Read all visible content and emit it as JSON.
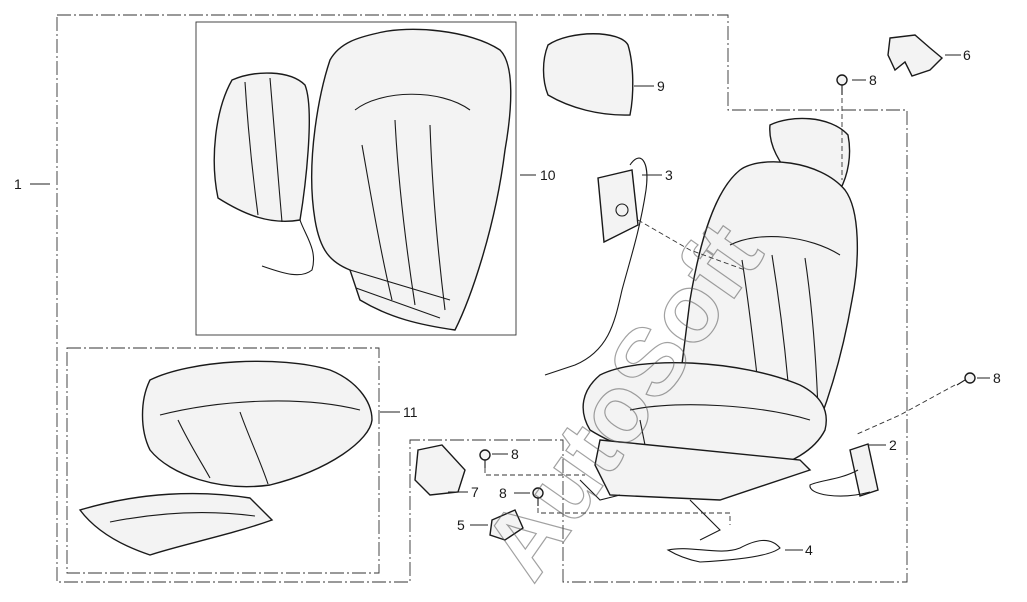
{
  "diagram": {
    "title": "",
    "watermark": "AutoSoft",
    "callouts": [
      {
        "id": "1",
        "label": "1"
      },
      {
        "id": "2",
        "label": "2"
      },
      {
        "id": "3",
        "label": "3"
      },
      {
        "id": "4",
        "label": "4"
      },
      {
        "id": "5",
        "label": "5"
      },
      {
        "id": "6",
        "label": "6"
      },
      {
        "id": "7",
        "label": "7"
      },
      {
        "id": "8a",
        "label": "8"
      },
      {
        "id": "8b",
        "label": "8"
      },
      {
        "id": "8c",
        "label": "8"
      },
      {
        "id": "8d",
        "label": "8"
      },
      {
        "id": "9",
        "label": "9"
      },
      {
        "id": "10",
        "label": "10"
      },
      {
        "id": "11",
        "label": "11"
      }
    ],
    "colors": {
      "line": "#1a1a1a",
      "fill": "#f3f3f3",
      "background": "#ffffff"
    }
  }
}
